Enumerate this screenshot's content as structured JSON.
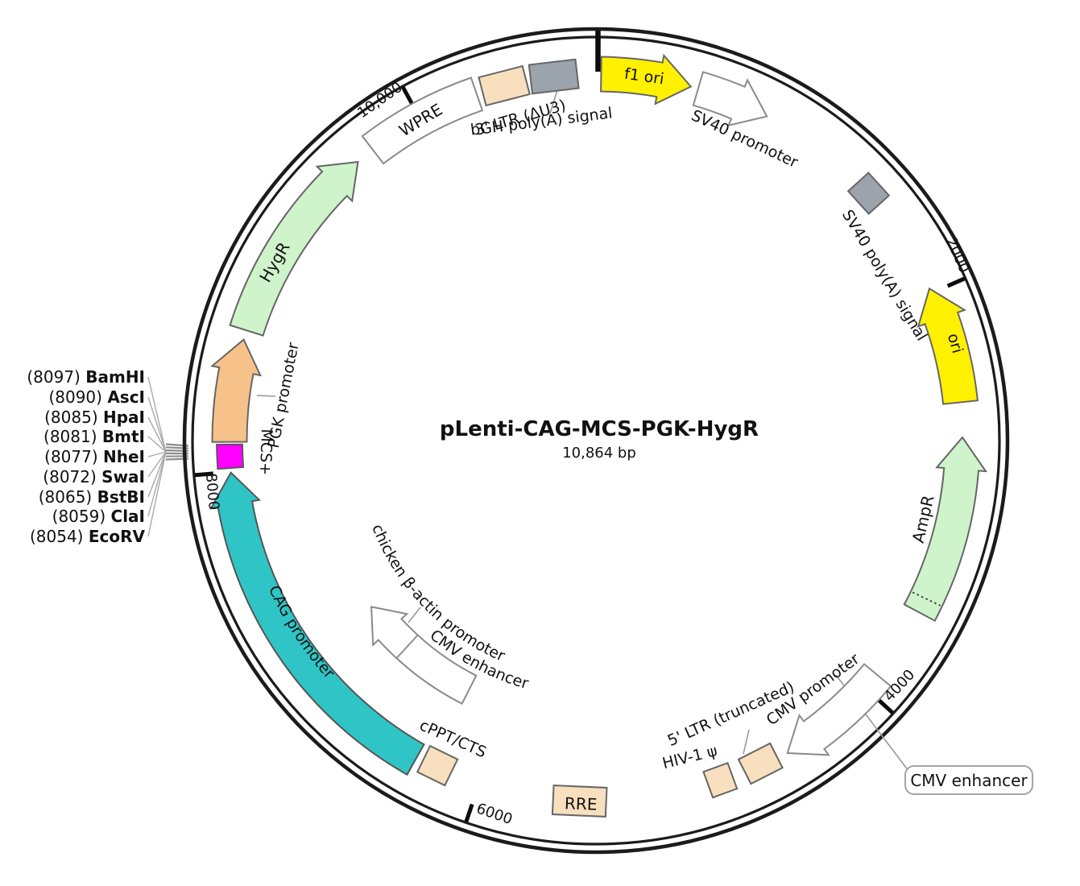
{
  "title": "pLenti-CAG-MCS-PGK-HygR",
  "subtitle": "10,864 bp",
  "tick_labels": {
    "k2000": "2000",
    "k4000": "4000",
    "k6000": "6000",
    "k8000": "8000",
    "k10000": "10,000"
  },
  "features": {
    "f1_ori": "f1 ori",
    "sv40_promoter": "SV40 promoter",
    "sv40_polya": "SV40 poly(A) signal",
    "ori": "ori",
    "ampr": "AmpR",
    "cmv_promoter": "CMV promoter",
    "ltr5": "5' LTR (truncated)",
    "hiv1_psi": "HIV-1 ψ",
    "rre": "RRE",
    "cppt": "cPPT/CTS",
    "cag_promoter": "CAG promoter",
    "chicken_bactin": "chicken β-actin promoter",
    "cmv_enhancer_inner": "CMV enhancer",
    "mcs": "MCS+",
    "pgk_promoter": "PGK promoter",
    "hygr": "HygR",
    "wpre": "WPRE",
    "ltr3": "3' LTR (ΔU3)",
    "bgh_polya": "bGH poly(A) signal"
  },
  "callout": "CMV enhancer",
  "restriction_sites": [
    {
      "pos": "(8097) ",
      "name": "BamHI"
    },
    {
      "pos": "(8090) ",
      "name": "AscI"
    },
    {
      "pos": "(8085) ",
      "name": "HpaI"
    },
    {
      "pos": "(8081) ",
      "name": "BmtI"
    },
    {
      "pos": "(8077) ",
      "name": "NheI"
    },
    {
      "pos": "(8072) ",
      "name": "SwaI"
    },
    {
      "pos": "(8065) ",
      "name": "BstBI"
    },
    {
      "pos": "(8059) ",
      "name": "ClaI"
    },
    {
      "pos": "(8054) ",
      "name": "EcoRV"
    }
  ],
  "colors": {
    "ring": "#1b1b1b",
    "yellow": "#FFF100",
    "tan": "#F8DFBE",
    "gray_box": "#9BA3AD",
    "pale_green": "#CFF3CB",
    "teal": "#2FC5C6",
    "orange": "#F7C289",
    "magenta": "#FF00FE",
    "white": "#FFFFFF",
    "feature_stroke": "#666666",
    "white_arrow_stroke": "#8a8a8a",
    "leader": "#999999"
  }
}
